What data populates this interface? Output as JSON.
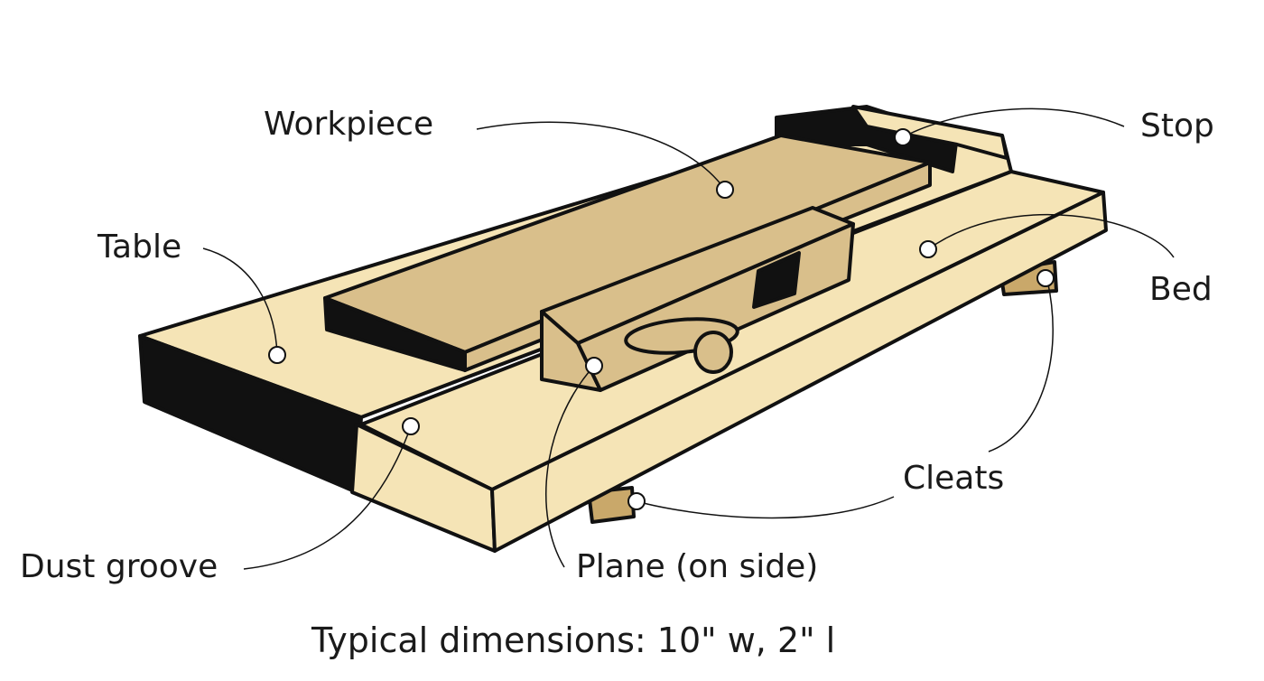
{
  "labels": {
    "workpiece": "Workpiece",
    "stop": "Stop",
    "table": "Table",
    "bed": "Bed",
    "cleats": "Cleats",
    "dust_groove": "Dust groove",
    "plane": "Plane (on side)"
  },
  "caption": "Typical dimensions: 10\" w, 2\" l",
  "colors": {
    "light_wood": "#f5e4b6",
    "workpiece_wood": "#d9bf8b",
    "outline": "#111111"
  }
}
